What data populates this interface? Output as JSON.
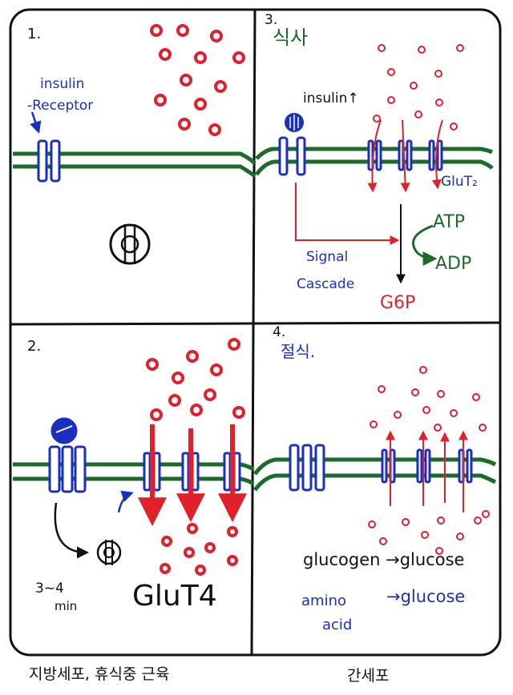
{
  "panels": {
    "p1": {
      "number": "1.",
      "receptor_label_1": "insulin",
      "receptor_label_2": "-Receptor"
    },
    "p2": {
      "number": "2.",
      "time_1": "3~4",
      "time_2": "min",
      "glut_label": "GluT4"
    },
    "p3": {
      "number": "3.",
      "title": "식사",
      "insulin_label": "insulin↑",
      "glut_label": "GluT₂",
      "signal_1": "Signal",
      "signal_2": "Cascade",
      "atp": "ATP",
      "adp": "ADP",
      "g6p": "G6P"
    },
    "p4": {
      "number": "4.",
      "title": "절식.",
      "glucogen": "glucogen →glucose",
      "amino_1": "amino",
      "amino_2": "acid",
      "amino_glucose": "→glucose"
    }
  },
  "captions": {
    "left": "지방세포, 휴식중 근육",
    "right": "간세포"
  },
  "colors": {
    "membrane": "#1c6b2a",
    "receptor": "#1b2fbf",
    "glucose": "#e0202a",
    "frame": "#111111"
  }
}
